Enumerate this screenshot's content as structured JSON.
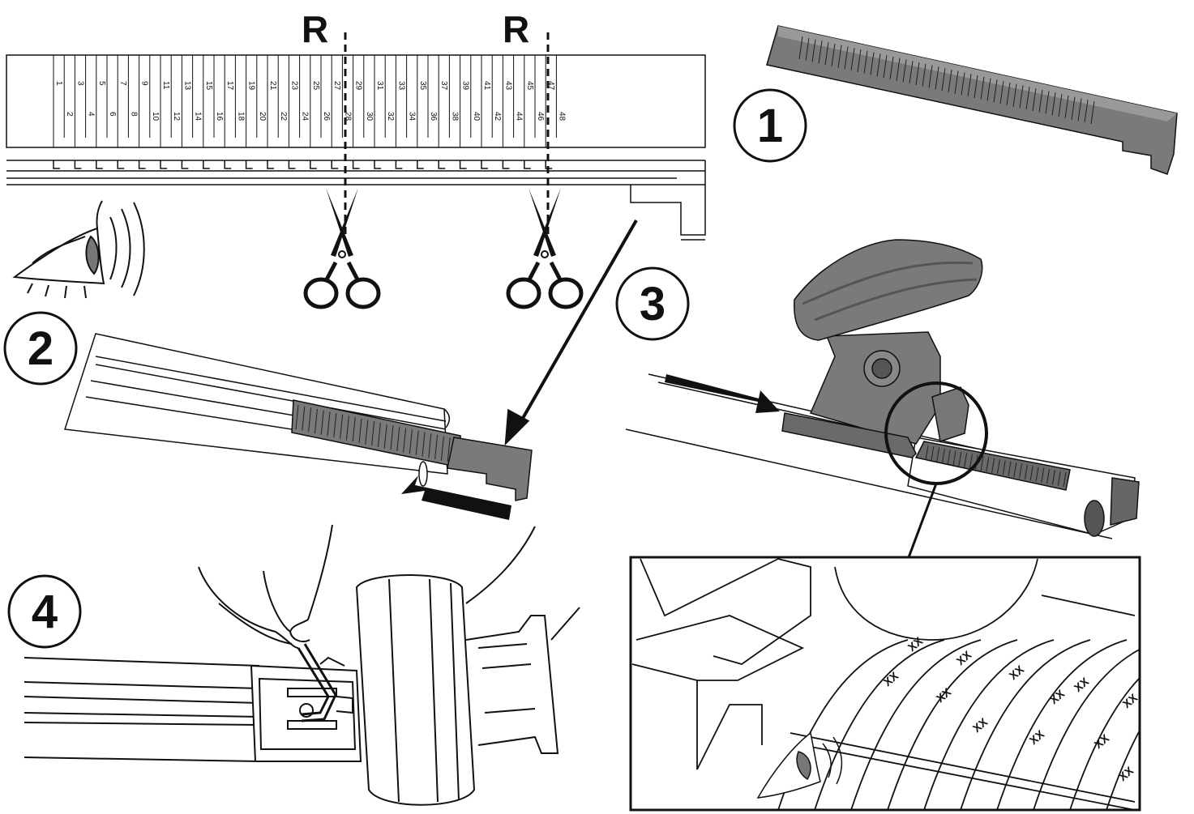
{
  "title": "",
  "cut_markers": [
    "R",
    "R"
  ],
  "ruler": {
    "odd_numbers": [
      "1",
      "3",
      "5",
      "7",
      "9",
      "11",
      "13",
      "15",
      "17",
      "19",
      "21",
      "23",
      "25",
      "27",
      "29",
      "31",
      "33",
      "35",
      "37",
      "39",
      "41",
      "43",
      "45",
      "47"
    ],
    "even_numbers": [
      "2",
      "4",
      "6",
      "8",
      "10",
      "12",
      "14",
      "16",
      "18",
      "20",
      "22",
      "24",
      "26",
      "28",
      "30",
      "32",
      "34",
      "36",
      "38",
      "40",
      "42",
      "44",
      "46",
      "48"
    ]
  },
  "steps": [
    "1",
    "2",
    "3",
    "4"
  ],
  "detail_marks": [
    "XX",
    "XX",
    "XX",
    "XX",
    "XX",
    "XX",
    "XX",
    "XX",
    "XX",
    "XX",
    "XX",
    "XX"
  ],
  "icons": [
    "eye-icon",
    "scissors-icon",
    "arrow-icon",
    "magnifier-circle-icon",
    "hex-key-icon",
    "hand-icon"
  ],
  "colors": {
    "line": "#111111",
    "part_fill": "#7a7a7a",
    "part_dark": "#555555",
    "background": "#ffffff"
  }
}
